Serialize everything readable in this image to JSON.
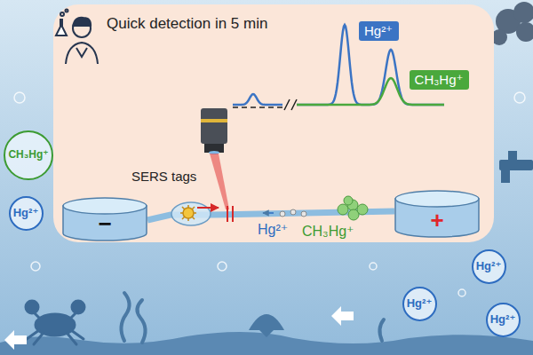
{
  "diagram": {
    "nodes": [
      {
        "text": [
          "Quick detection in 5 min"
        ]
      },
      {
        "text": [
          "Hg²⁺"
        ],
        "in": 0
      },
      {
        "text": [
          "CH₃Hg⁺"
        ],
        "in": 0
      },
      {
        "text": [
          "−"
        ],
        "in": 0
      },
      {
        "text": [
          "+"
        ],
        "in": 0
      },
      {
        "text": [
          "CH₃Hg⁺"
        ]
      },
      {
        "text": [
          "Hg²⁺"
        ]
      },
      {
        "text": [
          "Hg²⁺"
        ]
      },
      {
        "text": [
          "Hg²⁺"
        ]
      },
      {
        "text": [
          "Hg²⁺"
        ]
      }
    ],
    "edges": [
      {
        "from": 3,
        "to": 4,
        "arrow": "none"
      }
    ],
    "labels": [
      "SERS tags",
      "Hg²⁺",
      "CH₃Hg⁺"
    ]
  }
}
